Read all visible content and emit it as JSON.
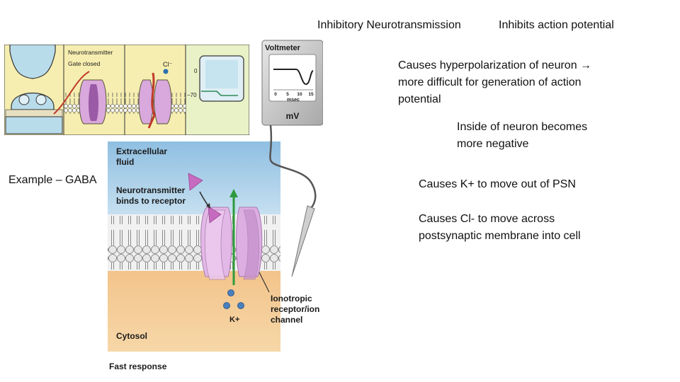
{
  "slide": {
    "title": "Inhibitory Neurotransmission",
    "subtitle": "Inhibits action potential",
    "example_label": "Example – GABA",
    "bullets": {
      "hyperpolarization": [
        "Causes hyperpolarization of neuron →",
        "more difficult for generation of action",
        "potential"
      ],
      "inside_negative": [
        "Inside of neuron becomes",
        "more negative"
      ],
      "k_out": "Causes K+ to move out of PSN",
      "cl_in": [
        "Causes Cl- to move across",
        "postsynaptic membrane into cell"
      ]
    }
  },
  "top_figure": {
    "neurotransmitter_label": "Neurotransmitter",
    "gate_label": "Gate closed",
    "ion_label": "Cl⁻",
    "scope_zero": "0",
    "scope_minus70": "−70"
  },
  "main_figure": {
    "voltmeter_title": "Voltmeter",
    "voltmeter_ticks": [
      "0",
      "5",
      "10",
      "15"
    ],
    "voltmeter_xunit": "msec",
    "voltmeter_unit": "mV",
    "extracellular_label": [
      "Extracellular",
      "fluid"
    ],
    "nt_binds_label": [
      "Neurotransmitter",
      "binds to receptor"
    ],
    "channel_label": [
      "Ionotropic",
      "receptor/ion",
      "channel"
    ],
    "ion_label": "K+",
    "cytosol_label": "Cytosol",
    "caption": "Fast response"
  },
  "colors": {
    "extracellular_blue": "#a9cde6",
    "cytosol_orange": "#eeb87a",
    "receptor_pink": "#e2b8e6",
    "channel_arrow_green": "#2f9a3c",
    "nt_triangle": "#c66bbf"
  }
}
